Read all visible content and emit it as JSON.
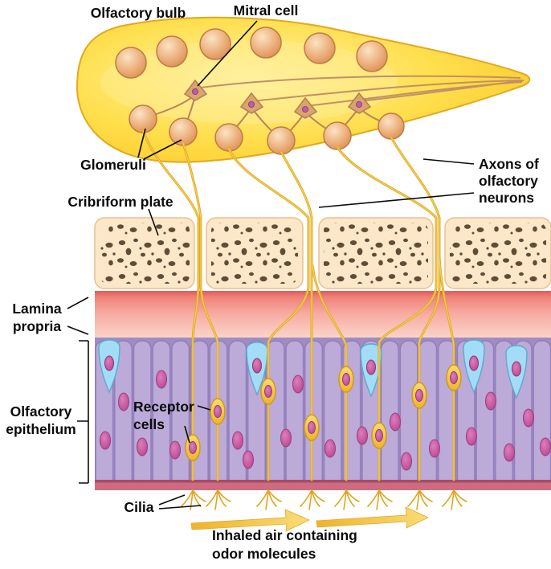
{
  "diagram": {
    "subject": "Olfactory system anatomy diagram"
  },
  "labels": {
    "olfactory_bulb": "Olfactory bulb",
    "mitral_cell": "Mitral cell",
    "glomeruli": "Glomeruli",
    "axons_line1": "Axons of",
    "axons_line2": "olfactory",
    "axons_line3": "neurons",
    "cribriform_plate": "Cribriform plate",
    "lamina_line1": "Lamina",
    "lamina_line2": "propria",
    "epithelium_line1": "Olfactory",
    "epithelium_line2": "epithelium",
    "receptor_line1": "Receptor",
    "receptor_line2": "cells",
    "cilia": "Cilia",
    "air_line1": "Inhaled air containing",
    "air_line2": "odor molecules"
  },
  "colors": {
    "bulb_yellow": "#FFDE4E",
    "bulb_edge": "#E3A81E",
    "cell_ball_tan": "#EBAB76",
    "mitral_tan": "#D8A570",
    "bone_fill": "#FCE8C8",
    "bone_speckle": "#4E3B26",
    "lamina_pink": "#F7ABA0",
    "epithelium_purple": "#BCAAD9",
    "support_cell_blue": "#A3DCF6",
    "nucleus_magenta": "#C25A9E",
    "receptor_yellow": "#F6CE4E",
    "axon_gold": "#E2A922",
    "arrow_gold": "#F2C037",
    "label_black": "#0A0A0A"
  }
}
